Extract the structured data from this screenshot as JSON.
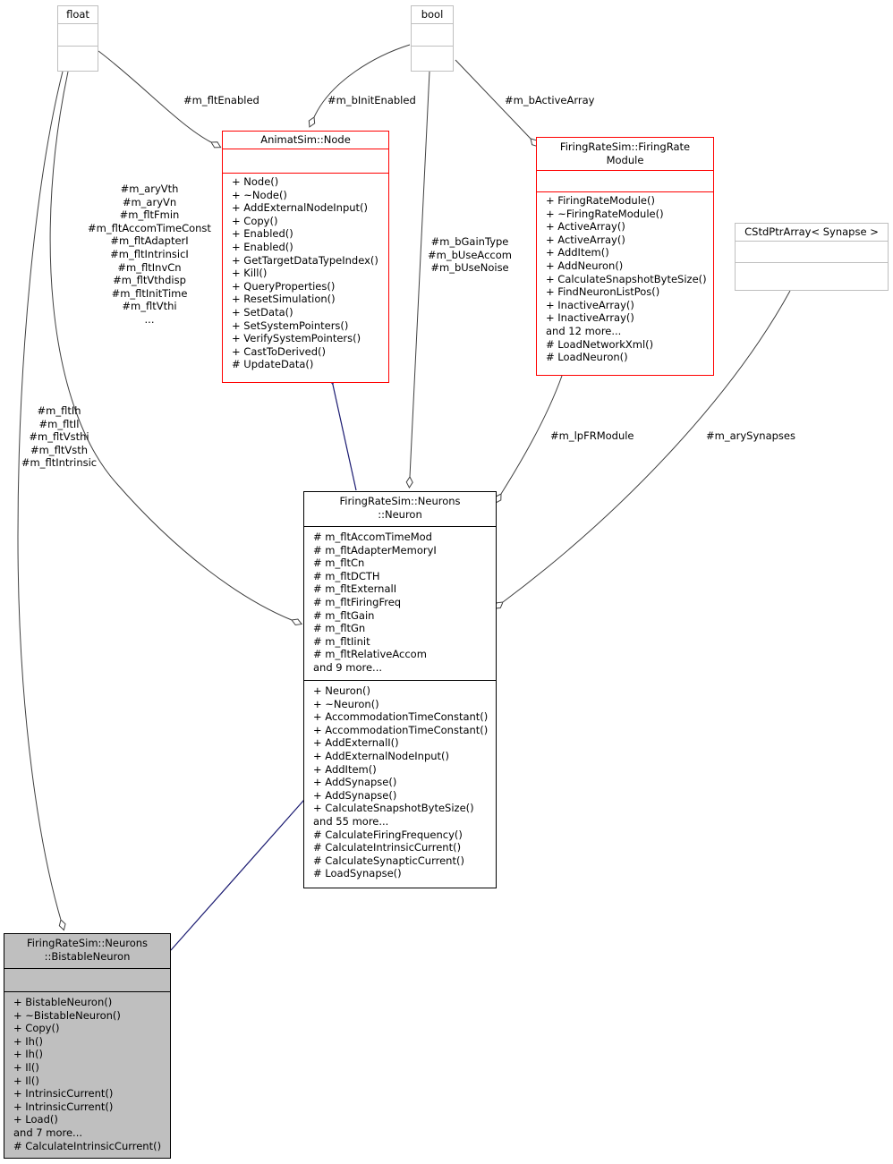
{
  "classes": {
    "float": {
      "title": "float",
      "attributes": [],
      "methods": []
    },
    "bool": {
      "title": "bool",
      "attributes": [],
      "methods": []
    },
    "node": {
      "title": "AnimatSim::Node",
      "attributes": [],
      "methods": [
        "+ Node()",
        "+ ~Node()",
        "+ AddExternalNodeInput()",
        "+ Copy()",
        "+ Enabled()",
        "+ Enabled()",
        "+ GetTargetDataTypeIndex()",
        "+ Kill()",
        "+ QueryProperties()",
        "+ ResetSimulation()",
        "+ SetData()",
        "+ SetSystemPointers()",
        "+ VerifySystemPointers()",
        "+ CastToDerived()",
        "# UpdateData()"
      ]
    },
    "firingRateModule": {
      "title": [
        "FiringRateSim::FiringRate",
        "Module"
      ],
      "attributes": [],
      "methods": [
        "+ FiringRateModule()",
        "+ ~FiringRateModule()",
        "+ ActiveArray()",
        "+ ActiveArray()",
        "+ AddItem()",
        "+ AddNeuron()",
        "+ CalculateSnapshotByteSize()",
        "+ FindNeuronListPos()",
        "+ InactiveArray()",
        "+ InactiveArray()",
        "and 12 more...",
        "# LoadNetworkXml()",
        "# LoadNeuron()"
      ]
    },
    "cstdptr": {
      "title": "CStdPtrArray< Synapse >",
      "attributes": [],
      "methods": []
    },
    "neuron": {
      "title": [
        "FiringRateSim::Neurons",
        "::Neuron"
      ],
      "attributes": [
        "# m_fltAccomTimeMod",
        "# m_fltAdapterMemoryI",
        "# m_fltCn",
        "# m_fltDCTH",
        "# m_fltExternalI",
        "# m_fltFiringFreq",
        "# m_fltGain",
        "# m_fltGn",
        "# m_fltIinit",
        "# m_fltRelativeAccom",
        "and 9 more..."
      ],
      "methods": [
        "+ Neuron()",
        "+ ~Neuron()",
        "+ AccommodationTimeConstant()",
        "+ AccommodationTimeConstant()",
        "+ AddExternalI()",
        "+ AddExternalNodeInput()",
        "+ AddItem()",
        "+ AddSynapse()",
        "+ AddSynapse()",
        "+ CalculateSnapshotByteSize()",
        "and 55 more...",
        "# CalculateFiringFrequency()",
        "# CalculateIntrinsicCurrent()",
        "# CalculateSynapticCurrent()",
        "# LoadSynapse()"
      ]
    },
    "bistable": {
      "title": [
        "FiringRateSim::Neurons",
        "::BistableNeuron"
      ],
      "attributes": [],
      "methods": [
        "+ BistableNeuron()",
        "+ ~BistableNeuron()",
        "+ Copy()",
        "+ Ih()",
        "+ Ih()",
        "+ Il()",
        "+ Il()",
        "+ IntrinsicCurrent()",
        "+ IntrinsicCurrent()",
        "+ Load()",
        "and 7 more...",
        "# CalculateIntrinsicCurrent()"
      ]
    }
  },
  "edge_labels": {
    "float_node": [
      "#m_fltEnabled"
    ],
    "bool_node": [
      "#m_bInitEnabled"
    ],
    "bool_module": [
      "#m_bActiveArray"
    ],
    "float_neuron": [
      "#m_aryVth",
      "#m_aryVn",
      "#m_fltFmin",
      "#m_fltAccomTimeConst",
      "#m_fltAdapterI",
      "#m_fltIntrinsicI",
      "#m_fltInvCn",
      "#m_fltVthdisp",
      "#m_fltInitTime",
      "#m_fltVthi",
      "..."
    ],
    "bool_neuron": [
      "#m_bGainType",
      "#m_bUseAccom",
      "#m_bUseNoise"
    ],
    "float_bistable": [
      "#m_fltIh",
      "#m_fltIl",
      "#m_fltVsthi",
      "#m_fltVsth",
      "#m_fltIntrinsic"
    ],
    "module_neuron": [
      "#m_lpFRModule"
    ],
    "cstdptr_neuron": [
      "#m_arySynapses"
    ]
  },
  "colors": {
    "class_border": "#000000",
    "external_border": "#bfbfbf",
    "undocumented_border": "#ff0000",
    "focus_fill": "#bfbfbf",
    "inheritance_arrow": "#191970",
    "usage_edge": "#404040"
  }
}
